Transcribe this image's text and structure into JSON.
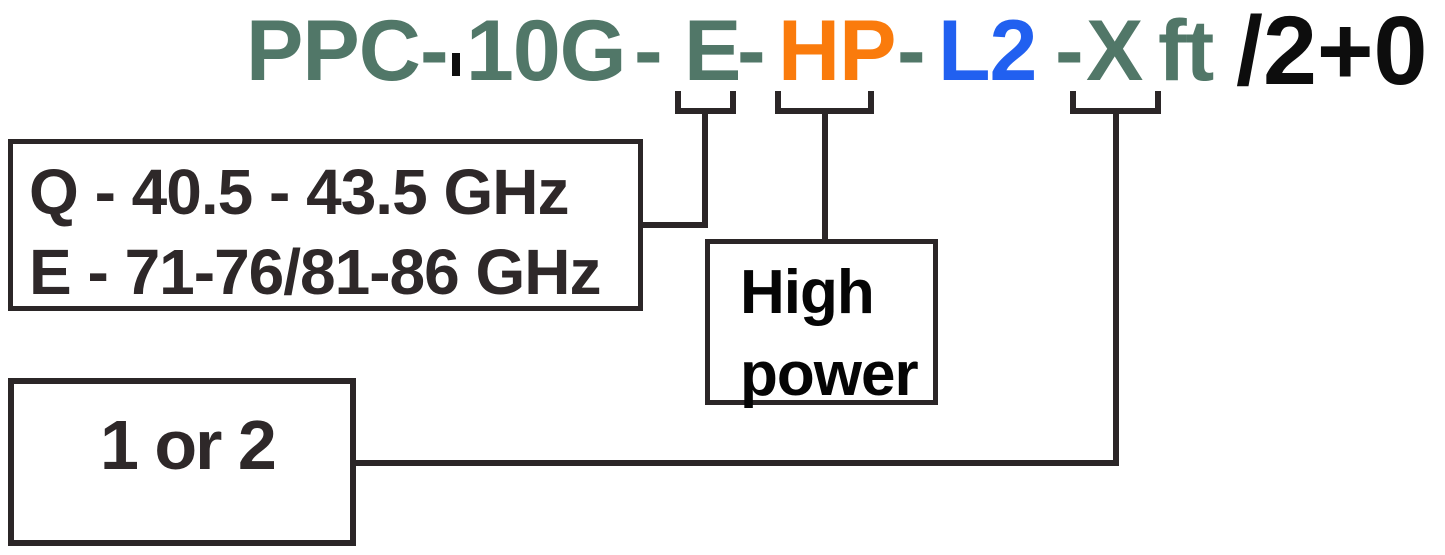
{
  "part_number": {
    "prefix": "PPC",
    "separator": "-",
    "rate": "10G",
    "band": "E",
    "power": "HP",
    "interface": "L2",
    "length": "X",
    "length_unit": "ft",
    "config_suffix": "/2+0"
  },
  "callouts": {
    "band": {
      "line1": "Q - 40.5 - 43.5 GHz",
      "line2": "E - 71-76/81-86 GHz"
    },
    "power": {
      "line1": "High",
      "line2": "power"
    },
    "channel": {
      "label": "1 or 2"
    }
  },
  "colors": {
    "brand_green": "#517768",
    "highlight_orange": "#fa7b0c",
    "highlight_blue": "#2160f0",
    "suffix_black": "#0d0d0d",
    "line_dark": "#2b2627"
  }
}
